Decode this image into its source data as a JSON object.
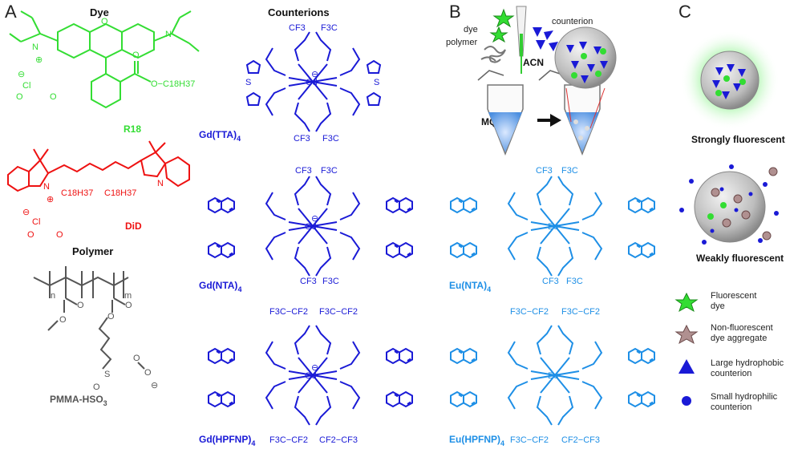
{
  "panels": {
    "a": "A",
    "b": "B",
    "c": "C"
  },
  "section_titles": {
    "dye": "Dye",
    "counterions": "Counterions",
    "polymer": "Polymer"
  },
  "compound_labels": {
    "r18": "R18",
    "did": "DiD",
    "pmma": "PMMA-HSO",
    "pmma_sub": "3",
    "gd_tta": "Gd(TTA)",
    "gd_nta": "Gd(NTA)",
    "eu_nta": "Eu(NTA)",
    "gd_hpfnp": "Gd(HPFNP)",
    "eu_hpfnp": "Eu(HPFNP)",
    "sub4": "4"
  },
  "atom_labels": {
    "cf3": "CF3",
    "f3c": "F3C",
    "gd": "Gd",
    "eu": "Eu",
    "s": "S",
    "o": "O",
    "n": "N",
    "cl": "Cl",
    "c18h37": "C18H37",
    "o_c18h37": "O−C18H37",
    "f3c_cf2": "F3C−CF2",
    "cf2_cf3": "CF2−CF3",
    "n_index": "n",
    "m_index": "m",
    "plus": "⊕",
    "minus": "⊖"
  },
  "panel_b": {
    "dye": "dye",
    "polymer": "polymer",
    "counterion": "counterion",
    "acn": "ACN",
    "mqw": "MQW"
  },
  "panel_c": {
    "strong": "Strongly fluorescent",
    "weak": "Weakly fluorescent"
  },
  "legend": [
    {
      "line1": "Fluorescent",
      "line2": "dye"
    },
    {
      "line1": "Non-fluorescent",
      "line2": "dye aggregate"
    },
    {
      "line1": "Large hydrophobic",
      "line2": "counterion"
    },
    {
      "line1": "Small hydrophilic",
      "line2": "counterion"
    }
  ],
  "colors": {
    "green": "#33dd33",
    "red": "#ee1111",
    "dark_blue": "#1a1ad6",
    "light_blue": "#1e8fe6",
    "gray": "#555555"
  }
}
